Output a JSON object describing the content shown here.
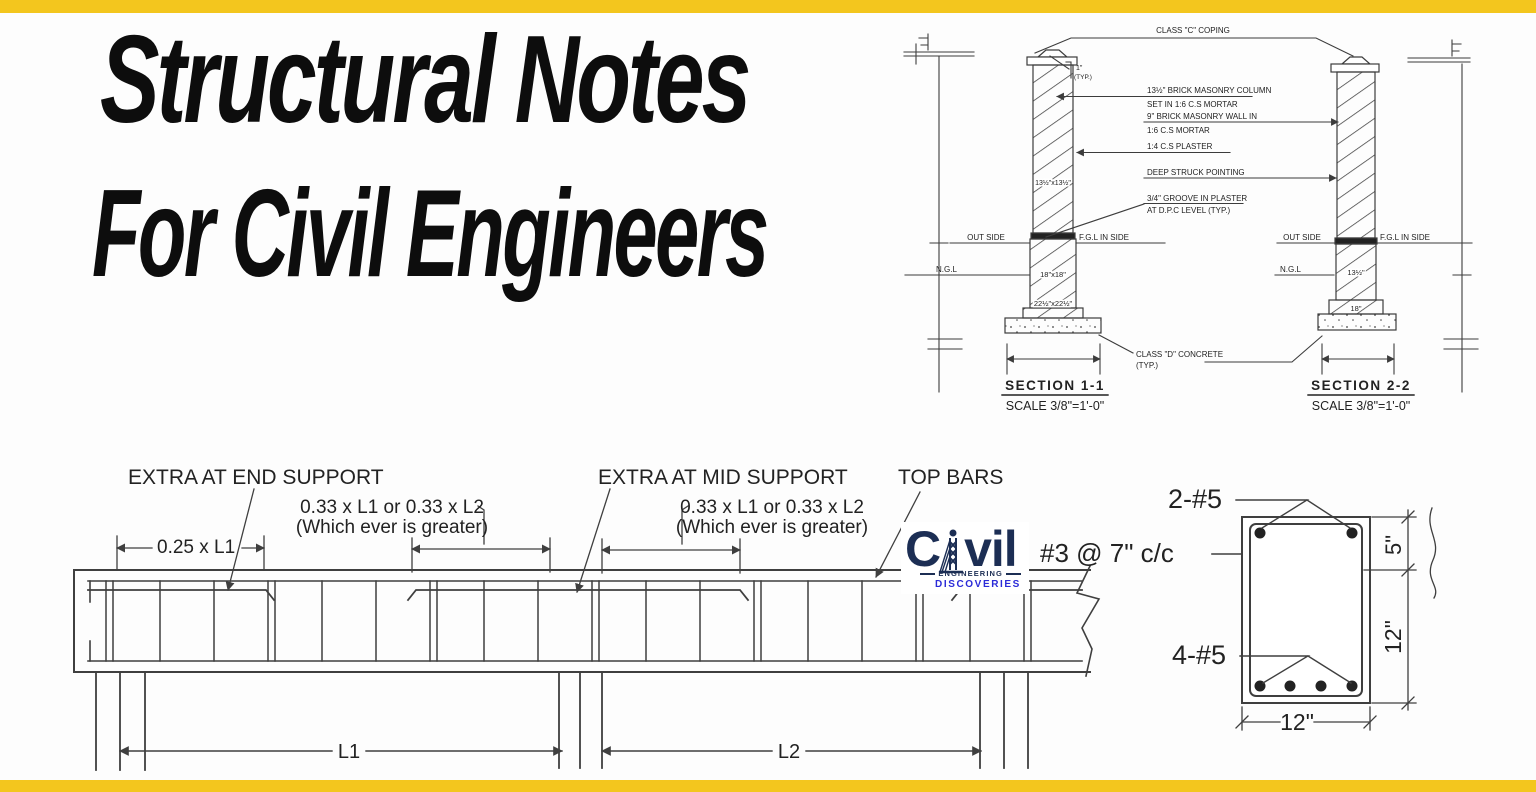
{
  "page": {
    "title_line1": "Structural Notes",
    "title_line2": "For Civil Engineers",
    "accent_yellow": "#F3C61E",
    "ink": "#1A1A1A"
  },
  "masonry_section": {
    "callouts": {
      "coping": "CLASS \"C\" COPING",
      "cap_offset": "1\"",
      "cap_offset_typ": "(TYP.)",
      "column_line1": "13½\" BRICK MASONRY COLUMN",
      "column_line2": "SET IN 1:6 C.S MORTAR",
      "wall_line1": "9\" BRICK MASONRY WALL IN",
      "wall_line2": "1:6 C.S MORTAR",
      "plaster": "1:4 C.S PLASTER",
      "pointing": "DEEP STRUCK POINTING",
      "groove_line1": "3/4\" GROOVE IN PLASTER",
      "groove_line2": "AT D.P.C LEVEL (TYP.)",
      "concrete_line1": "CLASS \"D\" CONCRETE",
      "concrete_line2": "(TYP.)"
    },
    "levels": {
      "out_side_left": "OUT SIDE",
      "fgl_left": "F.G.L IN SIDE",
      "ngl_left": "N.G.L",
      "out_side_right": "OUT SIDE",
      "fgl_right": "F.G.L IN SIDE",
      "ngl_right": "N.G.L"
    },
    "dims": {
      "column_plan": "13½\"x13½\"",
      "pedestal_left_top": "18\"x18\"",
      "pedestal_left_bottom": "22½\"x22½\"",
      "pedestal_right_top": "13½\"",
      "pedestal_right_bottom": "18\""
    },
    "section1_title": "SECTION 1-1",
    "section1_scale": "SCALE 3/8\"=1'-0\"",
    "section2_title": "SECTION 2-2",
    "section2_scale": "SCALE 3/8\"=1'-0\""
  },
  "beam_detail": {
    "extra_end_label": "EXTRA AT END SUPPORT",
    "extra_mid_label": "EXTRA AT MID SUPPORT",
    "top_bars_label": "TOP BARS",
    "greater_left_line1": "0.33 x L1 or 0.33 x L2",
    "greater_left_line2": "(Which ever is greater)",
    "greater_right_line1": "0.33 x L1 or 0.33 x L2",
    "greater_right_line2": "(Which ever is greater)",
    "end_dim": "0.25 x L1",
    "span1": "L1",
    "span2": "L2",
    "stirrup_note": "#3 @ 7\" c/c",
    "section": {
      "top_bars": "2-#5",
      "bottom_bars": "4-#5",
      "width": "12\"",
      "depth": "12\"",
      "top_offset": "5\""
    }
  },
  "logo": {
    "word_c": "C",
    "word_rest": "vil",
    "line1": "ENGINEERING",
    "line2": "DISCOVERIES",
    "navy": "#1C2E54",
    "blue": "#2B2BD8"
  }
}
